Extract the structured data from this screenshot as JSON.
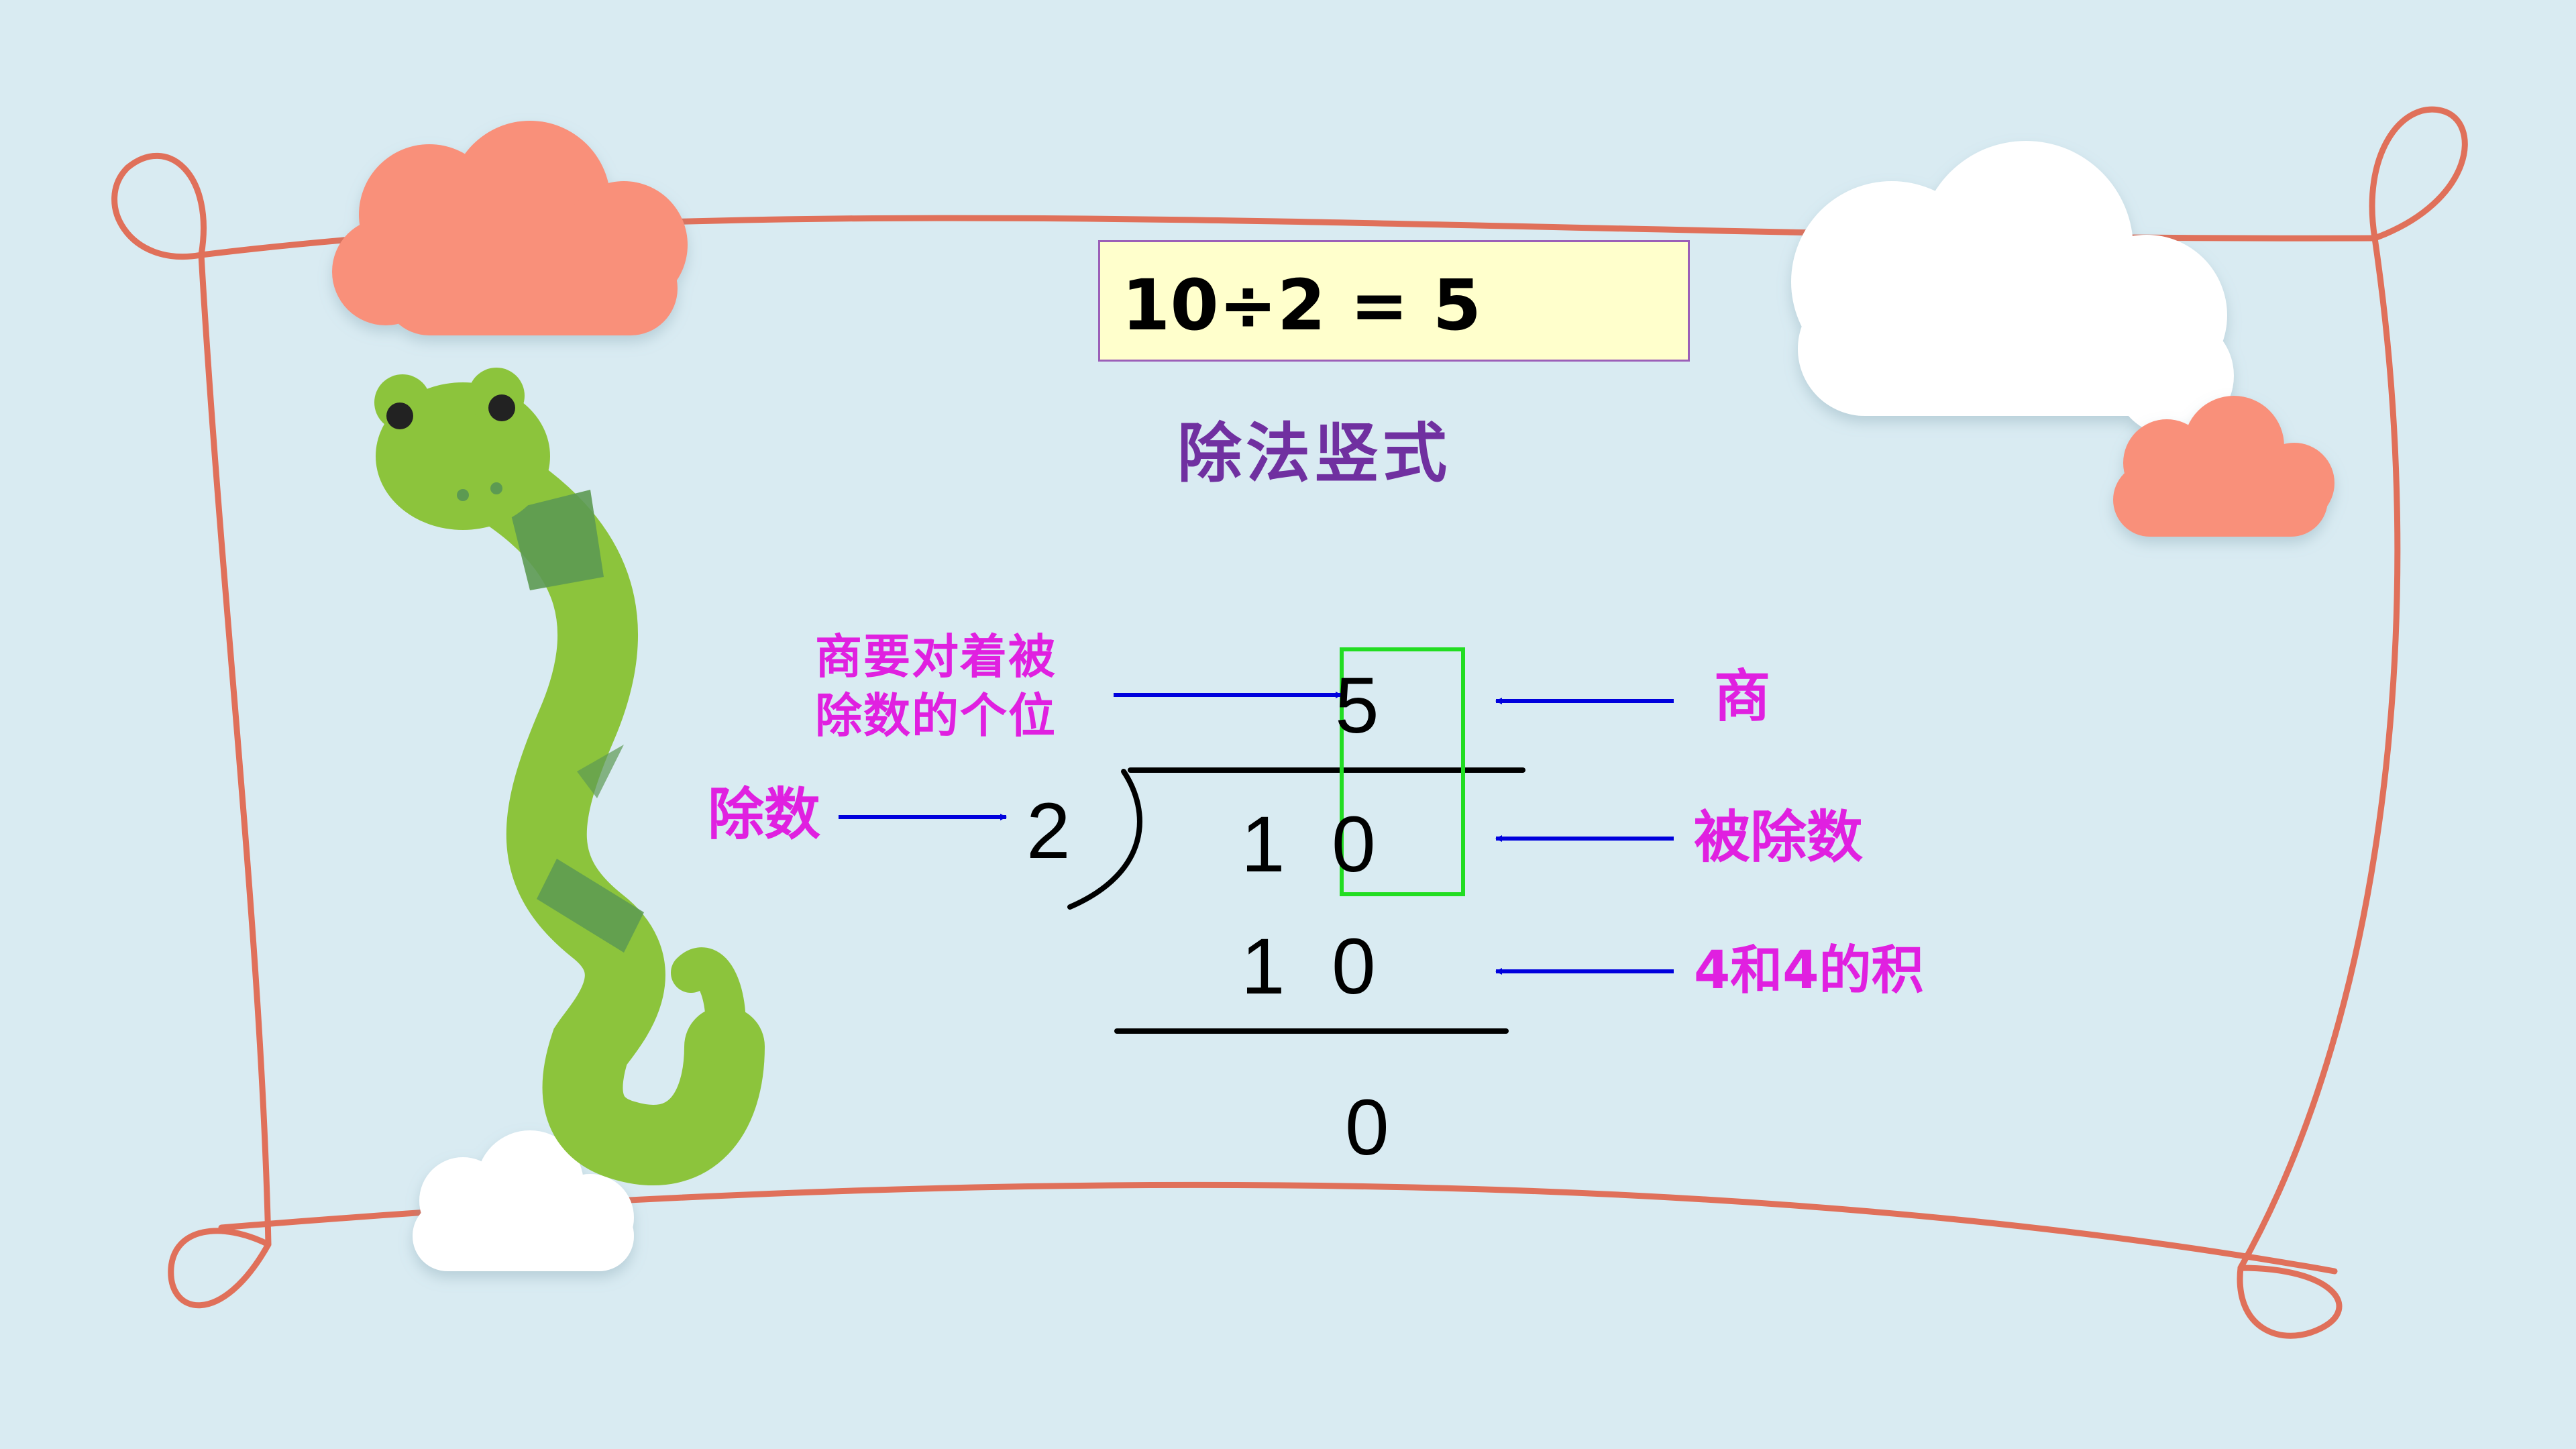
{
  "equation": "10÷2 = 5",
  "section_title": "除法竖式",
  "long_division": {
    "quotient": "5",
    "divisor": "2",
    "dividend_tens": "1",
    "dividend_ones": "0",
    "product_tens": "1",
    "product_ones": "0",
    "remainder": "0"
  },
  "labels": {
    "quotient_alignment_note": "商要对着被除数的个位",
    "divisor": "除数",
    "quotient": "商",
    "dividend": "被除数",
    "product": "4和4的积"
  },
  "colors": {
    "background": "#d9ebf2",
    "frame": "#e0705a",
    "equation_box_fill": "#ffffcc",
    "title": "#7030a0",
    "label": "#e020e0",
    "arrow": "#0000dd",
    "highlight_box": "#22dd22",
    "snake": "#8cc43c",
    "cloud_salmon": "#f9907a",
    "cloud_white": "#ffffff"
  }
}
